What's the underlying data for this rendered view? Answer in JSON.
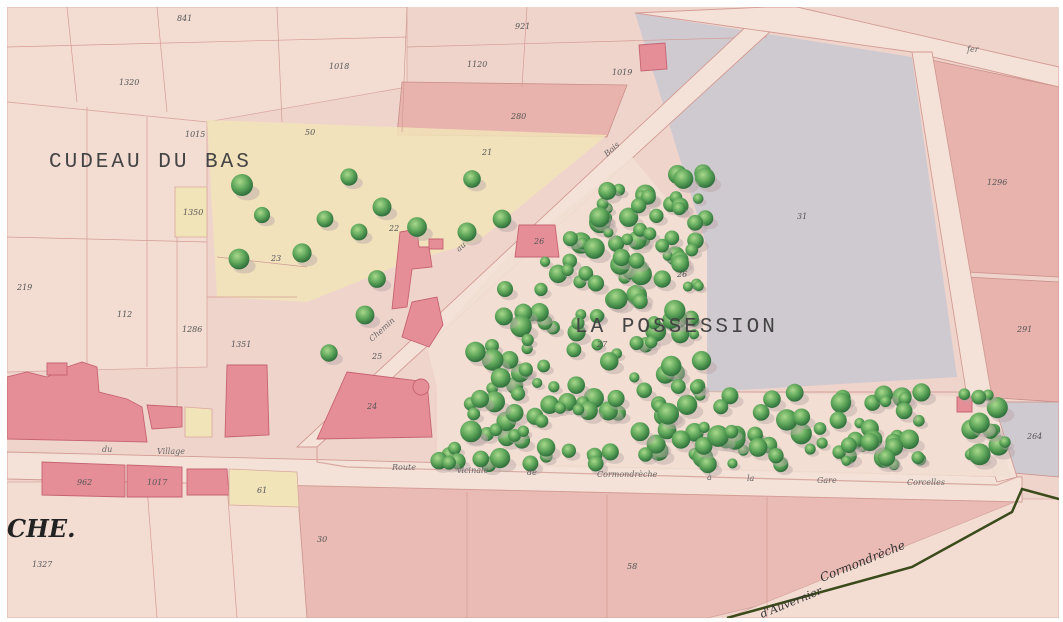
{
  "map": {
    "labels": {
      "cudeau_du_bas": "CUDEAU  DU  BAS",
      "la_possession": "LA  POSSESSION",
      "che": "CHE."
    },
    "street_labels": {
      "chemin": "Chemin",
      "au": "au",
      "bois": "Bois",
      "route": "Route",
      "vicinale": "vicinale",
      "de": "de",
      "cormondreche": "Cormondrèche",
      "a": "à",
      "la": "la",
      "gare": "Gare",
      "corcelles": "Corcelles",
      "du_village": "du",
      "village": "Village",
      "fer": "fer",
      "boundary_top": "Cormondrèche",
      "boundary_bottom": "d'Auvernier"
    },
    "parcel_numbers": {
      "p1": "841",
      "p2": "921",
      "p3": "1018",
      "p4": "1120",
      "p5": "1019",
      "p6": "280",
      "p7": "1015",
      "p8": "50",
      "p9": "21",
      "p10": "1350",
      "p11": "22",
      "p12": "23",
      "p13": "25",
      "p14": "26",
      "p15": "27",
      "p16": "1296",
      "p17": "291",
      "p18": "31",
      "p19": "26",
      "p20": "1320",
      "p21": "1351",
      "p22": "24",
      "p23": "112",
      "p24": "1286",
      "p25": "219",
      "p26": "962",
      "p27": "1017",
      "p28": "61",
      "p29": "1327",
      "p30": "30",
      "p31": "58",
      "p32": "264"
    },
    "colors": {
      "paper": "#efd4cc",
      "paper_light": "#f3ddd3",
      "parcel_pink": "#e8b3ad",
      "building": "#e58e97",
      "building_edge": "#c66372",
      "yellow": "#f1e4b8",
      "grey_plot": "#cfc9d0",
      "road": "#f4e2d8",
      "tree_dark": "#3d8a4a",
      "tree_light": "#7bbf6b",
      "boundary": "#3a4a1a"
    }
  }
}
